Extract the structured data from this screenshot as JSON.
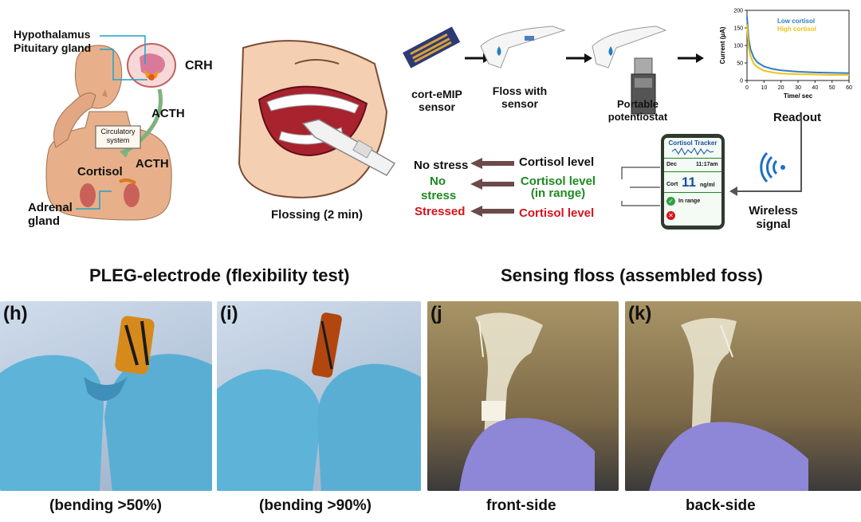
{
  "diagram": {
    "anatomy": {
      "hypothalamus": "Hypothalamus",
      "pituitary": "Pituitary gland",
      "crh": "CRH",
      "acth_top": "ACTH",
      "circulatory": "Circulatory system",
      "acth_mid": "ACTH",
      "cortisol": "Cortisol",
      "adrenal": "Adrenal gland"
    },
    "flossing_caption": "Flossing (2 min)",
    "sensor_label": "cort-eMIP sensor",
    "floss_with_sensor": "Floss with sensor",
    "potentiostat": "Portable potentiostat",
    "readout": "Readout",
    "wireless": "Wireless signal",
    "phone": {
      "title": "Cortisol Tracker",
      "month": "Dec",
      "time": "11:17am",
      "cort_label": "Cort",
      "cort_value": "11",
      "cort_unit": "ng/ml",
      "in_range": "In range"
    },
    "outcomes": {
      "no_stress": "No stress",
      "cortisol_level_1": "Cortisol level",
      "no_stress_green": "No stress",
      "cortisol_level_range": "Cortisol level (in range)",
      "stressed": "Stressed",
      "cortisol_level_3": "Cortisol level"
    },
    "colors": {
      "green": "#1c8a22",
      "red": "#d4141b",
      "low_line": "#2f7fc1",
      "high_line": "#f2c21b",
      "cyan": "#1fa3c6"
    }
  },
  "chart_data": {
    "type": "line",
    "xlabel": "Time/ sec",
    "ylabel": "Current (µA)",
    "x_ticks": [
      "0",
      "10",
      "20",
      "30",
      "40",
      "50",
      "60"
    ],
    "y_ticks": [
      "0",
      "50",
      "100",
      "150",
      "200"
    ],
    "xlim": [
      0,
      60
    ],
    "ylim": [
      0,
      200
    ],
    "series": [
      {
        "name": "Low cortisol",
        "x": [
          0,
          1,
          2,
          4,
          6,
          10,
          15,
          20,
          30,
          40,
          50,
          60
        ],
        "values": [
          180,
          120,
          90,
          65,
          52,
          40,
          33,
          29,
          25,
          23,
          22,
          21
        ]
      },
      {
        "name": "High cortisol",
        "x": [
          0,
          1,
          2,
          4,
          6,
          10,
          15,
          20,
          30,
          40,
          50,
          60
        ],
        "values": [
          160,
          95,
          70,
          48,
          38,
          28,
          23,
          20,
          18,
          17,
          16,
          16
        ]
      }
    ]
  },
  "sections": {
    "pleg": "PLEG-electrode (flexibility test)",
    "sensing": "Sensing floss (assembled foss)"
  },
  "panels": [
    {
      "tag": "(h)",
      "caption": "(bending >50%)"
    },
    {
      "tag": "(i)",
      "caption": "(bending >90%)"
    },
    {
      "tag": "(j",
      "caption": "front-side"
    },
    {
      "tag": "(k)",
      "caption": "back-side"
    }
  ]
}
